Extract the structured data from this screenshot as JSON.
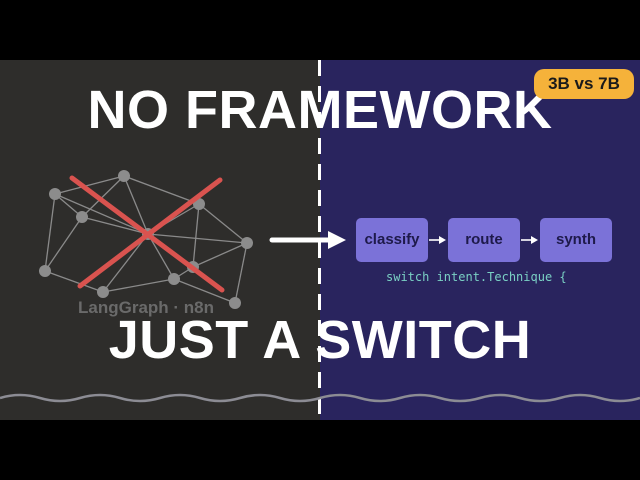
{
  "headline": {
    "top": "NO FRAMEWORK",
    "bottom": "JUST A SWITCH"
  },
  "badge": {
    "label": "3B vs 7B",
    "color": "#f5b23a"
  },
  "framework": {
    "label": "LangGraph · n8n",
    "crossed_out": true
  },
  "flow": {
    "steps": [
      "classify",
      "route",
      "synth"
    ],
    "code": "switch intent.Technique {"
  },
  "colors": {
    "left_bg": "#2e2d2b",
    "right_bg": "#29245e",
    "box": "#7b72d8",
    "cross": "#d9534f",
    "code": "#7ad0c4"
  }
}
